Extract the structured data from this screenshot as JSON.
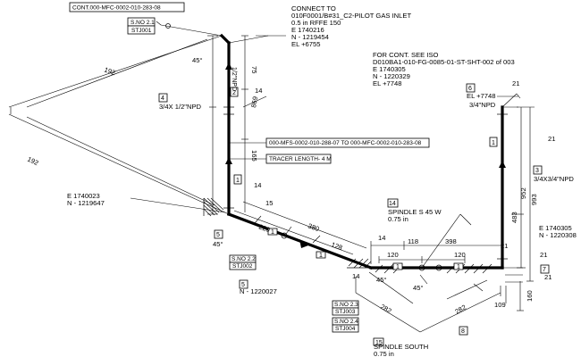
{
  "callouts": {
    "cont_top": "CONT.000-MFC-0002-010-283-08",
    "sno21": "S.NO 2.1",
    "stj001": "STJ001",
    "connect": [
      "CONNECT TO",
      "010F0001/B#31_C2-PILOT GAS INLET",
      "0.5 in RFFE 150",
      "E 1740216",
      "N - 1219454",
      "EL +6755"
    ],
    "for_cont": [
      "FOR CONT. SEE ISO",
      "D010BA1-010-FG-0085-01-ST-SHT-002 of 003",
      "E 1740305",
      "N - 1220329",
      "EL +7748"
    ],
    "tag4_num": "4",
    "tag4_text": "3/4X 1/2\"NPD",
    "tag6_num": "6",
    "tag6_el": "EL +7748",
    "npd34": "3/4\"NPD",
    "line_ref": "000-MFS-0002-010-288-07  TO 000-MFC-0002-010-283-08",
    "tracer": "TRACER LENGTH- 4 M",
    "tag3_num": "3",
    "tag3_text": "3/4X3/4\"NPD",
    "tag14_num": "14",
    "spindle_s45w": "SPINDLE S 45 W",
    "spindle_s45w_size": "0.75 in",
    "e_left": "E 1740023",
    "n_left": "N - 1219647",
    "tag5a": "5",
    "tag5b": "5",
    "n_bottom": "N - 1220027",
    "e_right": "E 1740305",
    "n_right": "N - 1220308",
    "tag7": "7",
    "tag8": "8",
    "sno22": "S.NO 2.2",
    "stj002": "STJ002",
    "sno23": "S.NO 2.3",
    "stj003": "STJ003",
    "sno24": "S.NO 2.4",
    "stj004": "STJ004",
    "tag15_num": "15",
    "spindle_south": "SPINDLE SOUTH",
    "spindle_south_size": "0.75 in",
    "tag1": "1",
    "tag2": "2",
    "npd12": "1/2\"NPD"
  },
  "dimensions": {
    "d192a": "192",
    "d192b": "192",
    "d75": "75",
    "d869": "869",
    "d165": "165",
    "d14a": "14",
    "d14b": "14",
    "d14c": "14",
    "d14d": "14",
    "d15": "15",
    "d220": "220",
    "d380": "380",
    "d128": "128",
    "d118": "118",
    "d398": "398",
    "d120a": "120",
    "d120b": "120",
    "d21a": "21",
    "d21b": "21",
    "d21c": "21",
    "d21d": "21",
    "d21e": "21",
    "d483": "483",
    "d952": "952",
    "d993": "993",
    "d282a": "282",
    "d282b": "282",
    "d109": "109",
    "d160": "160",
    "ang45a": "45°",
    "ang45b": "45°",
    "ang45c": "45°",
    "ang45d": "45°"
  }
}
